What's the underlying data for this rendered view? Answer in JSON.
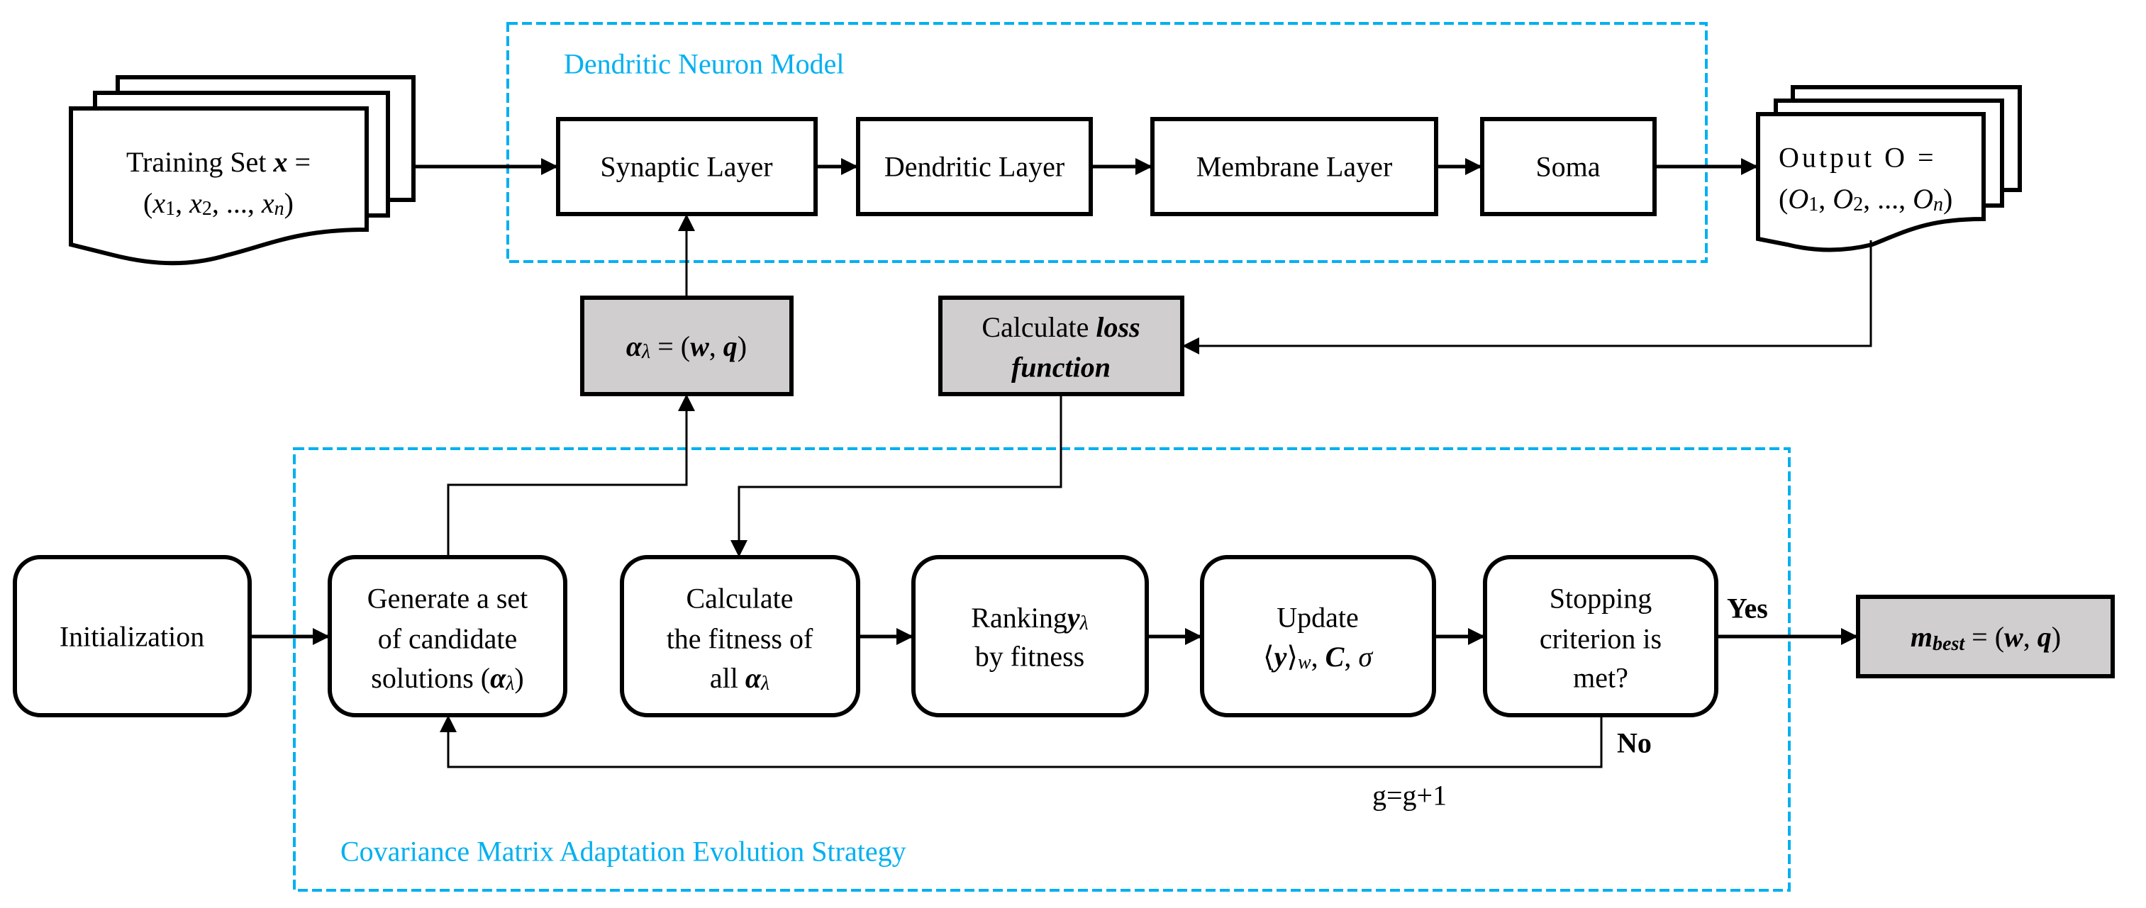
{
  "colors": {
    "group_border": "#00b0f0",
    "highlight_fill": "#d0cecf",
    "stroke": "#000000"
  },
  "dnm": {
    "title": "Dendritic Neuron Model",
    "layers": [
      "Synaptic Layer",
      "Dendritic Layer",
      "Membrane Layer",
      "Soma"
    ]
  },
  "training_set": {
    "prefix": "Training Set ",
    "var": "x",
    "eq": " =",
    "open": "(",
    "x": "x",
    "s1": "1",
    "s2": "2",
    "sn": "n",
    "sep": ", ",
    "dots": "...",
    "close": ")"
  },
  "output": {
    "prefix": "Output O =",
    "open": "(",
    "o": "O",
    "s1": "1",
    "s2": "2",
    "sn": "n",
    "sep": ", ",
    "dots": "...",
    "close": ")"
  },
  "alpha_box": {
    "alpha": "α",
    "sub": "λ",
    "eq": " = (",
    "w": "w",
    "comma": ", ",
    "q": "q",
    "close": ")"
  },
  "loss_box": {
    "line1": "Calculate ",
    "loss": "loss",
    "function": "function"
  },
  "cmaes": {
    "title": "Covariance Matrix Adaptation Evolution Strategy",
    "initialization": "Initialization",
    "generate": {
      "line1": "Generate a set",
      "line2": "of candidate",
      "line3": "solutions (",
      "alpha": "α",
      "sub": "λ",
      "close": ")"
    },
    "fitness": {
      "line1": "Calculate",
      "line2": "the fitness of",
      "line3": "all ",
      "alpha": "α",
      "sub": "λ"
    },
    "ranking": {
      "line1": "Ranking",
      "y": "y",
      "sub": "λ",
      "line2": "by fitness"
    },
    "update": {
      "line1": "Update",
      "open": "⟨",
      "y": "y",
      "close": "⟩",
      "sub": "w",
      "rest1": ", ",
      "C": "C",
      "rest2": ", ",
      "sigma": "σ"
    },
    "stopping": {
      "line1": "Stopping",
      "line2": "criterion is",
      "line3": "met?"
    },
    "yes": "Yes",
    "no": "No",
    "counter": "g=g+1"
  },
  "result": {
    "m": "m",
    "sub": "best",
    "eq": " = (",
    "w": "w",
    "comma": ", ",
    "q": "q",
    "close": ")"
  }
}
